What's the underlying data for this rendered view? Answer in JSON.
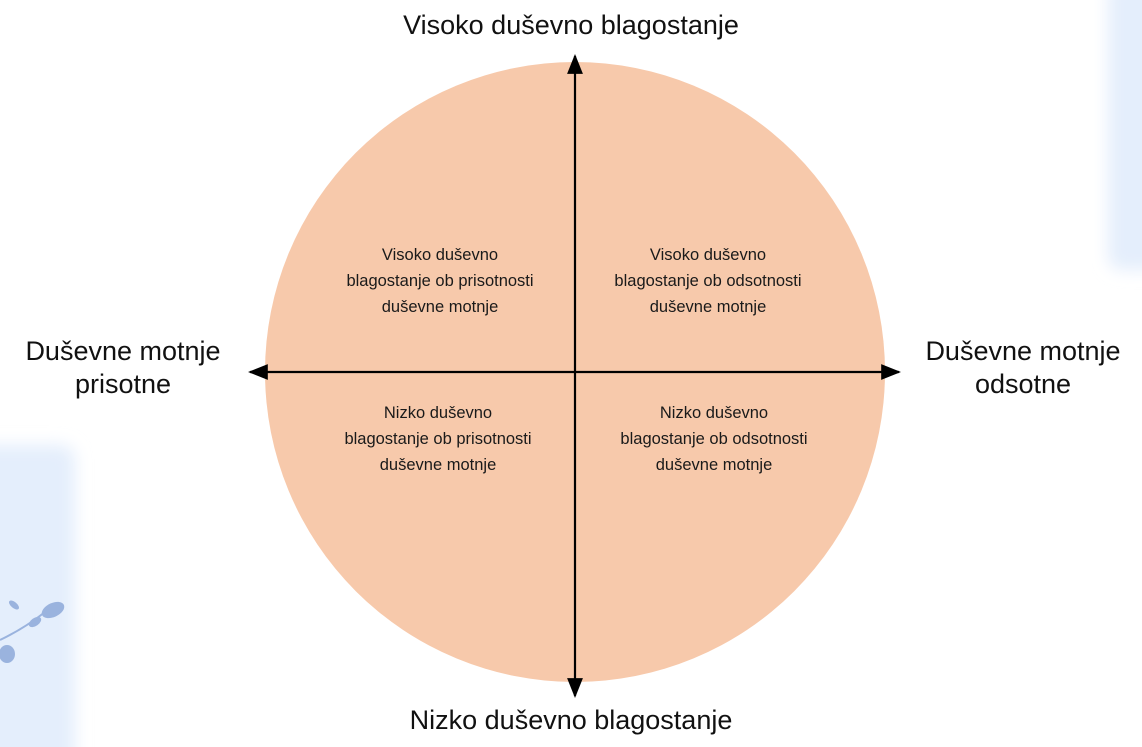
{
  "axes": {
    "top": "Visoko duševno blagostanje",
    "bottom": "Nizko duševno blagostanje",
    "left": [
      "Duševne motnje",
      "prisotne"
    ],
    "right": [
      "Duševne motnje",
      "odsotne"
    ]
  },
  "quadrants": {
    "top_left": [
      "Visoko duševno",
      "blagostanje ob prisotnosti",
      "duševne motnje"
    ],
    "top_right": [
      "Visoko duševno",
      "blagostanje ob odsotnosti",
      "duševne motnje"
    ],
    "bottom_left": [
      "Nizko duševno",
      "blagostanje ob prisotnosti",
      "duševne motnje"
    ],
    "bottom_right": [
      "Nizko duševno",
      "blagostanje ob odsotnosti",
      "duševne motnje"
    ]
  },
  "colors": {
    "circle_fill": "#F7C9AB",
    "axis_line": "#000000",
    "decor_blue_panel": "#E4EEFC",
    "decor_leaf": "#9AB3DE"
  },
  "icons": {
    "decor": "leaf-sprig-icon"
  }
}
